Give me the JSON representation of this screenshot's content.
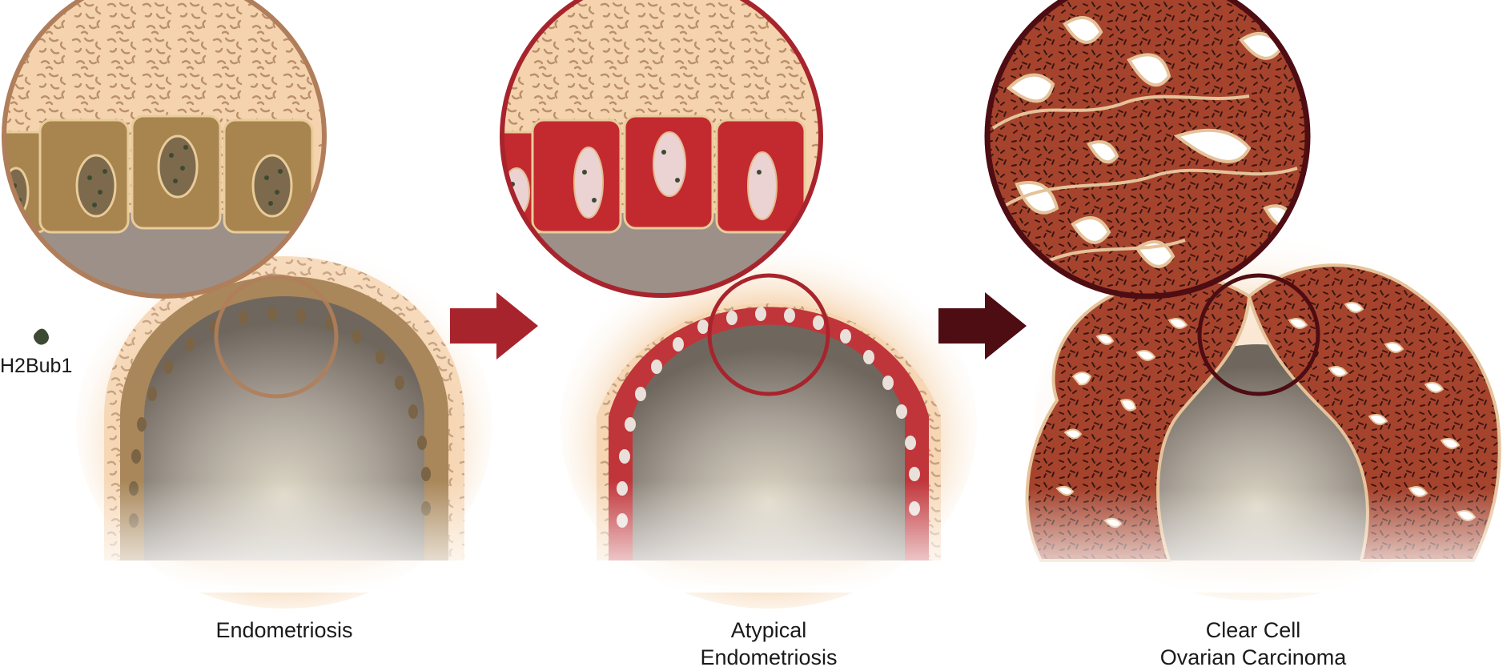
{
  "legend": {
    "marker_label": "H2Bub1",
    "marker_icon": "h2bub1-granule-icon",
    "marker_color": "#3d4a33"
  },
  "stages": [
    {
      "id": "endometriosis",
      "lines": [
        "Endometriosis"
      ],
      "accent": "#b07e5a",
      "cell_color": "#a9875a",
      "nucleus_color": "#7a6445"
    },
    {
      "id": "atypical",
      "lines": [
        "Atypical",
        "Endometriosis"
      ],
      "accent": "#a8242d",
      "cell_color": "#c0353a",
      "nucleus_color": "#e8e0dc"
    },
    {
      "id": "carcinoma",
      "lines": [
        "Clear Cell",
        "Ovarian Carcinoma"
      ],
      "accent": "#4e0d12",
      "cell_color": "#9a3a2a",
      "nucleus_color": "#ffffff"
    }
  ],
  "arrows": [
    {
      "from": "endometriosis",
      "to": "atypical",
      "color": "#a8242d",
      "icon": "right-arrow-icon"
    },
    {
      "from": "atypical",
      "to": "carcinoma",
      "color": "#4e0d12",
      "icon": "right-arrow-icon"
    }
  ],
  "colors": {
    "stroma": "#f5d6b3",
    "stroma_speckle": "#b48c68",
    "lumen": "#a9a196"
  }
}
